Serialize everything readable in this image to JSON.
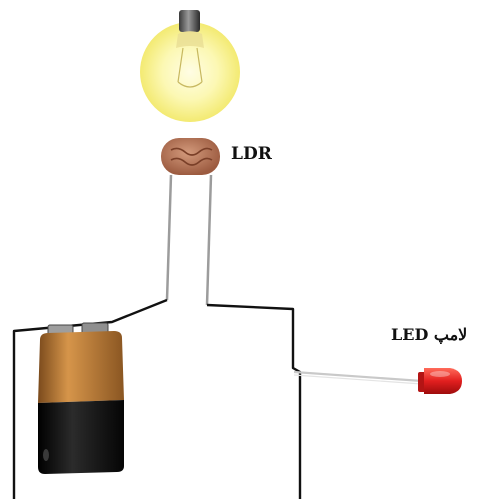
{
  "labels": {
    "ldr": "LDR",
    "led": "لامپ LED"
  },
  "components": {
    "bulb": "light-bulb",
    "sensor": "light-dependent-resistor",
    "battery": "9v-battery",
    "indicator": "red-led"
  },
  "colors": {
    "wire": "#111111",
    "bulb_glow": "#fbf7a6",
    "ldr_body": "#b8775b",
    "battery_top": "#c8873b",
    "battery_bottom": "#151515",
    "led": "#e21f1f",
    "lead": "#c9c9c9"
  }
}
